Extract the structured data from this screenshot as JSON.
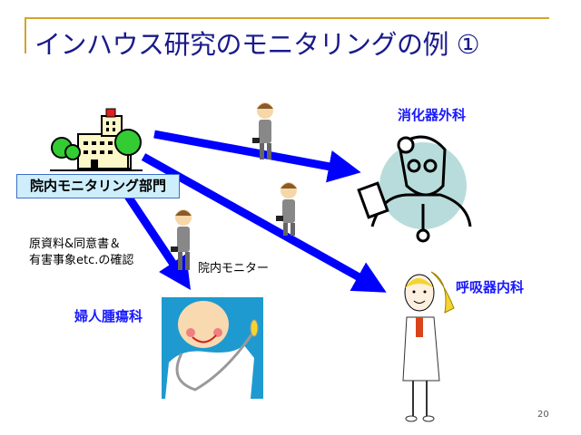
{
  "title": "インハウス研究のモニタリングの例 ①",
  "source": {
    "label": "院内モニタリング部門"
  },
  "departments": {
    "gi_surgery": "消化器外科",
    "respiratory": "呼吸器内科",
    "gyn_oncology": "婦人腫瘍科"
  },
  "notes": {
    "check_line1": "原資料&同意書＆",
    "check_line2": "有害事象etc.の確認",
    "monitor": "院内モニター"
  },
  "page_number": "20",
  "colors": {
    "arrow": "#0000ff",
    "title": "#1a1a8c",
    "rule": "#d4a52a",
    "dept_label": "#1a1aff"
  }
}
